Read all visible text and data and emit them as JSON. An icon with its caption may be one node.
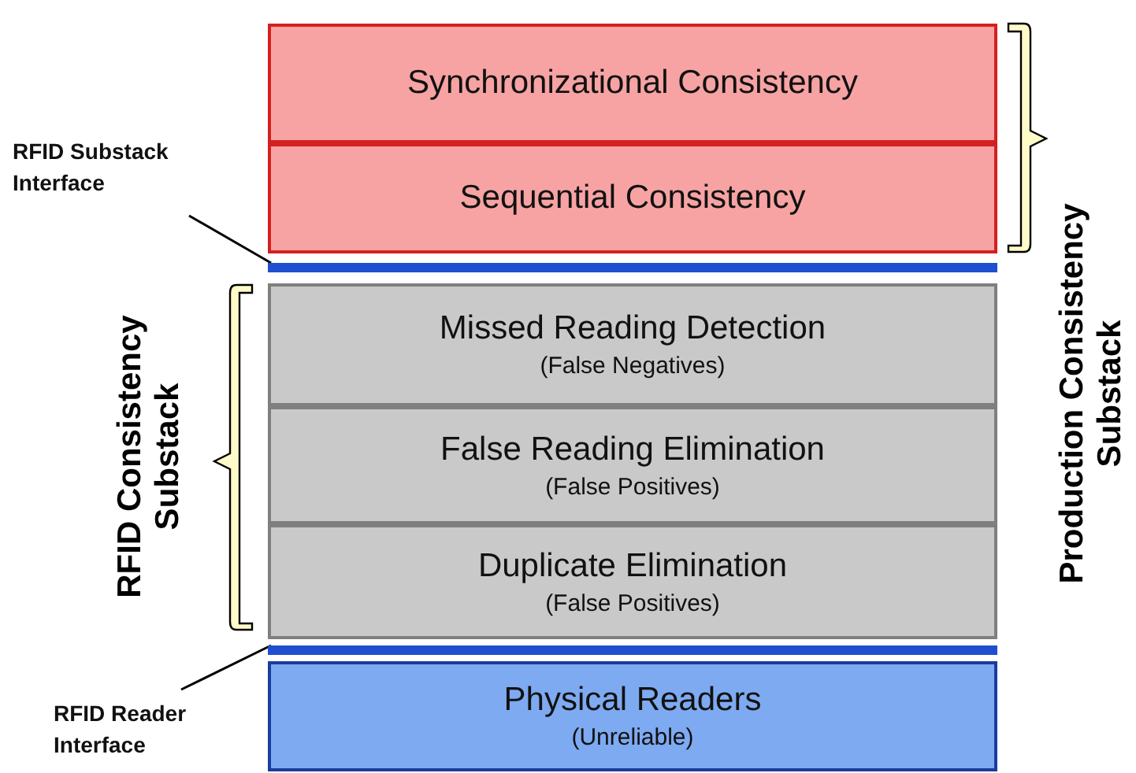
{
  "diagram": {
    "nodes": [
      {
        "text": [
          "Synchronizational Consistency"
        ]
      },
      {
        "text": [
          "Sequential Consistency"
        ]
      },
      {
        "text": [
          "RFID Substack Interface"
        ]
      },
      {
        "text": [],
        "shape": "bar"
      },
      {
        "text": [
          "Missed Reading Detection",
          "(False Negatives)"
        ]
      },
      {
        "text": [
          "False Reading Elimination",
          "(False Positives)"
        ]
      },
      {
        "text": [
          "Duplicate Elimination",
          "(False Positives)"
        ]
      },
      {
        "text": [
          "RFID Reader Interface"
        ]
      },
      {
        "text": [],
        "shape": "bar"
      },
      {
        "text": [
          "Physical Readers",
          "(Unreliable)"
        ]
      }
    ],
    "edges": [
      {
        "from": 2,
        "to": 3,
        "arrow": "none"
      },
      {
        "from": 7,
        "to": 8,
        "arrow": "none"
      }
    ],
    "labels": [
      "Production Consistency Substack",
      "RFID Consistency Substack"
    ]
  }
}
